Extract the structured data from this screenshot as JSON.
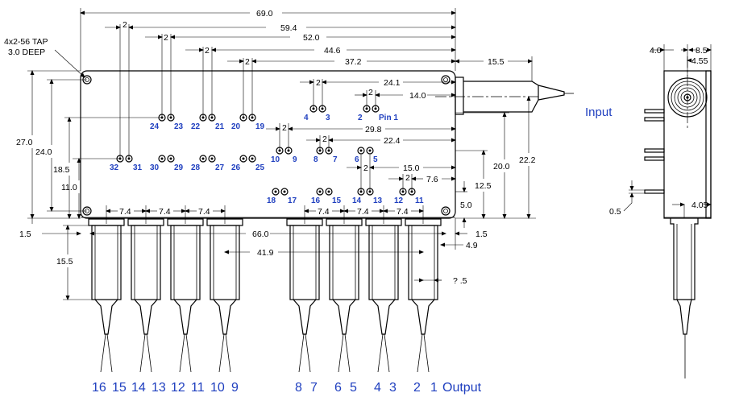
{
  "top_dims": [
    "69.0",
    "59.4",
    "52.0",
    "44.6",
    "37.2",
    "2",
    "2",
    "2",
    "2"
  ],
  "right_dims": [
    "15.5",
    "24.1",
    "14.0",
    "29.8",
    "22.4",
    "15.0",
    "7.6",
    "2",
    "2",
    "2",
    "2",
    "2",
    "2"
  ],
  "vert_dims": [
    "27.0",
    "24.0",
    "18.5",
    "11.0",
    "20.0",
    "22.2",
    "12.5",
    "5.0"
  ],
  "bottom_dims": [
    "7.4",
    "7.4",
    "7.4",
    "7.4",
    "7.4",
    "7.4",
    "66.0",
    "41.9",
    "1.5",
    "1.5",
    "4.9",
    "15.5",
    "? .5"
  ],
  "side_dims": [
    "4.0",
    "8.5",
    "4.55",
    "0.5",
    "4.05"
  ],
  "tap_note": [
    "4x2-56 TAP",
    "3.0 DEEP"
  ],
  "pins_top_row": [
    "24",
    "23",
    "22",
    "21",
    "20",
    "19",
    "4",
    "3",
    "2",
    "Pin 1"
  ],
  "pins_mid_row": [
    "32",
    "31",
    "30",
    "29",
    "28",
    "27",
    "26",
    "25",
    "10",
    "9",
    "8",
    "7",
    "6",
    "5"
  ],
  "pins_bot_row": [
    "18",
    "17",
    "16",
    "15",
    "14",
    "13",
    "12",
    "11"
  ],
  "input_label": "Input",
  "output_labels": [
    "16",
    "15",
    "14",
    "13",
    "12",
    "11",
    "10",
    "9",
    "8",
    "7",
    "6",
    "5",
    "4",
    "3",
    "2",
    "1",
    "Output"
  ]
}
